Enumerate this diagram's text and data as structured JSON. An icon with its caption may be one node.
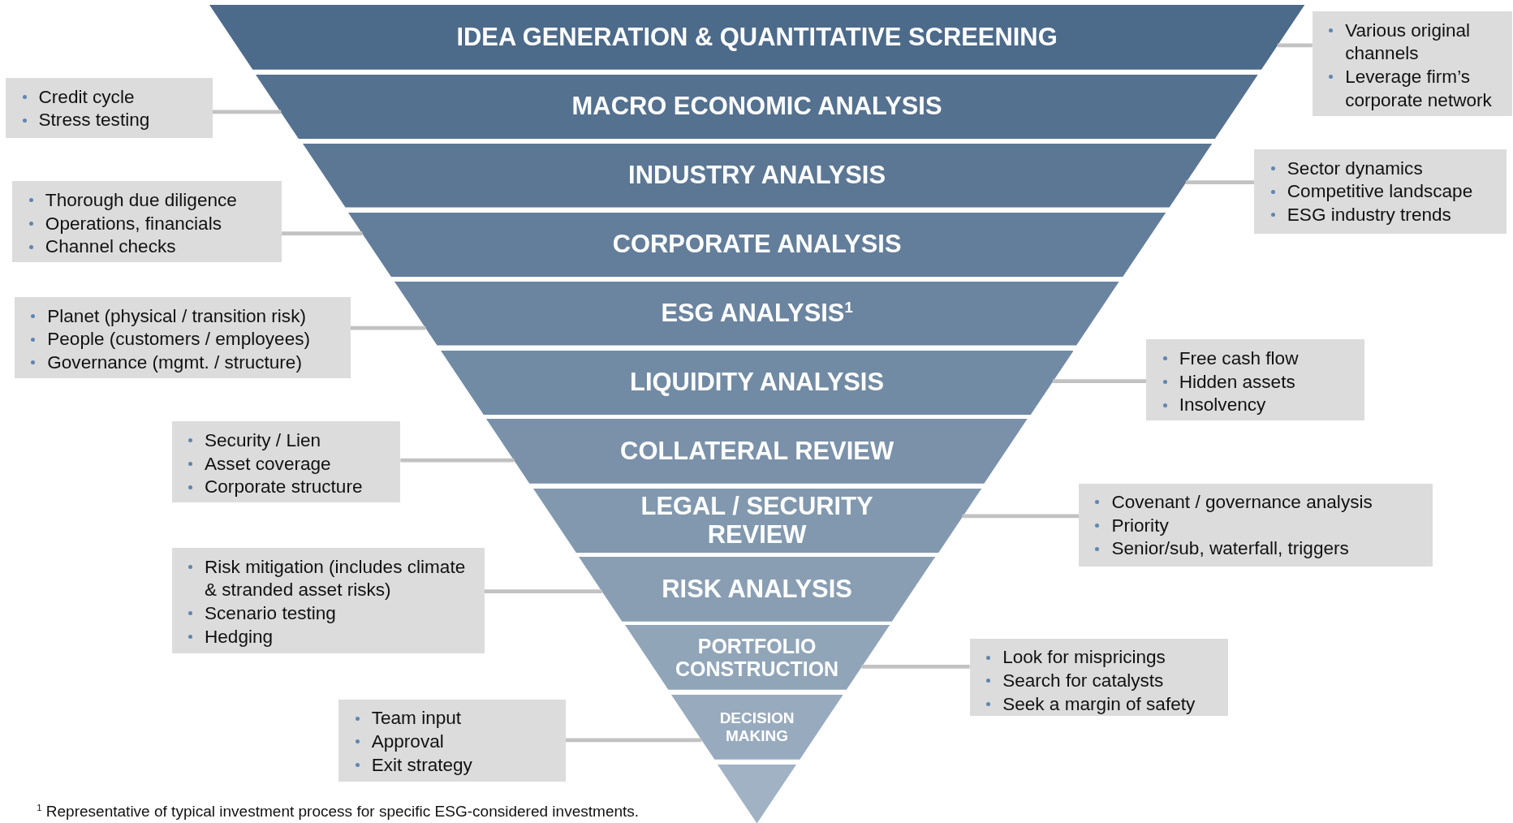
{
  "diagram": {
    "nodes": [
      {
        "text": [
          "IDEA GENERATION & QUANTITATIVE SCREENING"
        ]
      },
      {
        "text": [
          "MACRO ECONOMIC ANALYSIS"
        ]
      },
      {
        "text": [
          "INDUSTRY ANALYSIS"
        ]
      },
      {
        "text": [
          "CORPORATE ANALYSIS"
        ]
      },
      {
        "text": [
          "ESG ANALYSIS$^{1}$"
        ]
      },
      {
        "text": [
          "LIQUIDITY ANALYSIS"
        ]
      },
      {
        "text": [
          "COLLATERAL REVIEW"
        ]
      },
      {
        "text": [
          "LEGAL / SECURITY REVIEW"
        ]
      },
      {
        "text": [
          "RISK ANALYSIS"
        ]
      },
      {
        "text": [
          "PORTFOLIO CONSTRUCTION"
        ]
      },
      {
        "text": [
          "DECISION MAKING"
        ]
      },
      {
        "text": [],
        "shape": "triangle"
      },
      {
        "text": [
          "Various original channels",
          "Leverage firm’s corporate network"
        ]
      },
      {
        "text": [
          "Credit cycle",
          "Stress testing"
        ]
      },
      {
        "text": [
          "Sector dynamics",
          "Competitive landscape",
          "ESG industry trends"
        ]
      },
      {
        "text": [
          "Thorough due diligence",
          "Operations, financials",
          "Channel checks"
        ]
      },
      {
        "text": [
          "Planet (physical / transition risk)",
          "People (customers / employees)",
          "Governance (mgmt. / structure)"
        ]
      },
      {
        "text": [
          "Free cash flow",
          "Hidden assets",
          "Insolvency"
        ]
      },
      {
        "text": [
          "Security / Lien",
          "Asset coverage",
          "Corporate structure"
        ]
      },
      {
        "text": [
          "Covenant / governance analysis",
          "Priority",
          "Senior/sub, waterfall, triggers"
        ]
      },
      {
        "text": [
          "Risk mitigation (includes climate & stranded asset risks)",
          "Scenario testing",
          "Hedging"
        ]
      },
      {
        "text": [
          "Look for mispricings",
          "Search for catalysts",
          "Seek a margin of safety"
        ]
      },
      {
        "text": [
          "Team input",
          "Approval",
          "Exit strategy"
        ]
      }
    ],
    "edges": [
      {
        "from": 12,
        "to": 0,
        "arrow": "none"
      },
      {
        "from": 13,
        "to": 1,
        "arrow": "none"
      },
      {
        "from": 14,
        "to": 2,
        "arrow": "none"
      },
      {
        "from": 15,
        "to": 3,
        "arrow": "none"
      },
      {
        "from": 16,
        "to": 4,
        "arrow": "none"
      },
      {
        "from": 17,
        "to": 5,
        "arrow": "none"
      },
      {
        "from": 18,
        "to": 6,
        "arrow": "none"
      },
      {
        "from": 19,
        "to": 7,
        "arrow": "none"
      },
      {
        "from": 20,
        "to": 8,
        "arrow": "none"
      },
      {
        "from": 21,
        "to": 9,
        "arrow": "none"
      },
      {
        "from": 22,
        "to": 10,
        "arrow": "none"
      }
    ],
    "labels": [
      "$^{1}$ Representative of typical investment process for specific ESG-considered investments."
    ]
  }
}
